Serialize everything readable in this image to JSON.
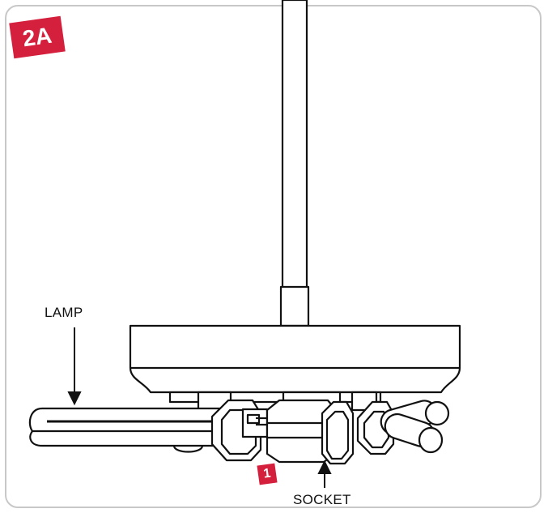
{
  "figure": {
    "step_badge": "2A",
    "callout_number": "1",
    "labels": {
      "lamp": "LAMP",
      "socket": "SOCKET"
    }
  },
  "colors": {
    "accent": "#d41f3d",
    "line": "#111111",
    "frame": "#c8c8c8"
  }
}
